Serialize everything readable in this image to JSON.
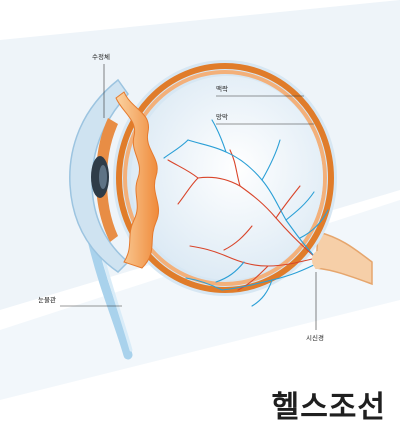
{
  "labels": {
    "lens": "수정체",
    "choroid": "맥락",
    "retina": "망막",
    "lacrimal": "눈물관",
    "optic_nerve": "시신경"
  },
  "brand": "헬스조선",
  "colors": {
    "sclera": "#e07c2a",
    "retina_layer": "#f3b07a",
    "artery": "#d9452a",
    "vein": "#2a9fd6",
    "background_tint": "#e9f2f8",
    "eyeball_fill": "#f3f8fc"
  }
}
